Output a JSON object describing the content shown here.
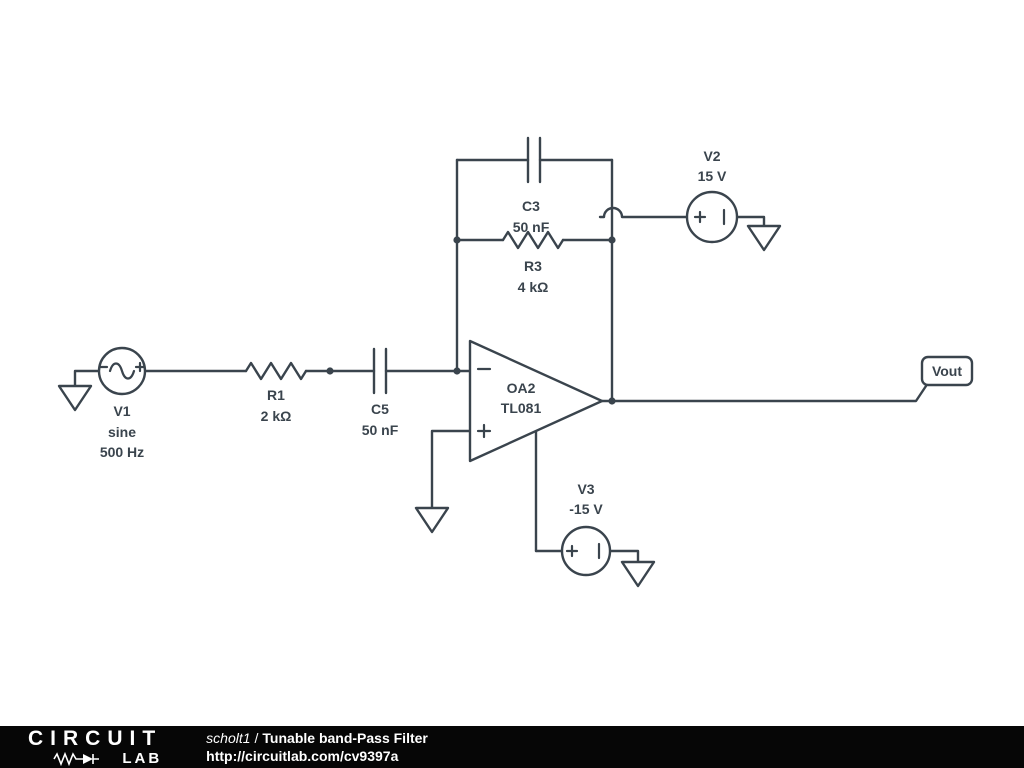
{
  "colors": {
    "ink": "#3A444D",
    "footer_bg": "#060606",
    "footer_text": "#ffffff"
  },
  "schematic": {
    "v1": {
      "designator": "V1",
      "waveform": "sine",
      "value": "500 Hz"
    },
    "r1": {
      "designator": "R1",
      "value": "2 kΩ"
    },
    "c5": {
      "designator": "C5",
      "value": "50 nF"
    },
    "c3": {
      "designator": "C3",
      "value": "50 nF"
    },
    "r3": {
      "designator": "R3",
      "value": "4 kΩ"
    },
    "opamp": {
      "designator": "OA2",
      "part": "TL081"
    },
    "v2": {
      "designator": "V2",
      "value": "15 V"
    },
    "v3": {
      "designator": "V3",
      "value": "-15 V"
    },
    "net_flag": {
      "label": "Vout"
    }
  },
  "footer": {
    "logo_line1": "CIRCUIT",
    "logo_line2": "LAB",
    "author": "scholt1",
    "divider": "/",
    "title": "Tunable band-Pass Filter",
    "url": "http://circuitlab.com/cv9397a"
  }
}
